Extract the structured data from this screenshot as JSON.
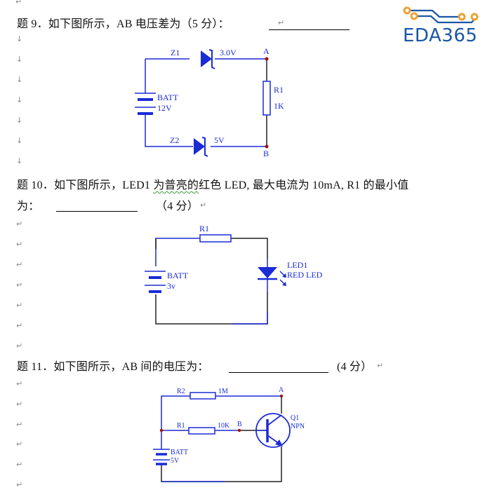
{
  "logo": {
    "text": "EDA365",
    "brand_color": "#1a56a6",
    "accent_color": "#f0a030"
  },
  "marks": {
    "arrow_down": "↓",
    "return": "↵"
  },
  "questions": [
    {
      "id": "q9",
      "parts": [
        "题 9．如下图所示，AB 电压差为（5 分）："
      ],
      "circuit": {
        "labels": {
          "z1": "Z1",
          "z1_value": "3.0V",
          "z2": "Z2",
          "z2_value": "5V",
          "batt": "BATT",
          "batt_value": "12V",
          "r1": "R1",
          "r1_value": "1K",
          "node_a": "A",
          "node_b": "B"
        }
      }
    },
    {
      "id": "q10",
      "line1_pre": "题 10．如下图所示，LED1 ",
      "line1_squiggle": "为普亮的",
      "line1_post": "红色 LED, 最大电流为 10mA, R1 的最小值",
      "line2_pre": "为：",
      "line2_post": "（4 分）",
      "circuit": {
        "labels": {
          "r1": "R1",
          "led": "LED1",
          "led_value": "RED LED",
          "batt": "BATT",
          "batt_value": "3v"
        }
      }
    },
    {
      "id": "q11",
      "pre": "题 11．如下图所示，AB 间的电压为：",
      "post": "(4 分）",
      "circuit": {
        "labels": {
          "r2": "R2",
          "r2_value": "1M",
          "r1": "R1",
          "r1_value": "10K",
          "node_a": "A",
          "node_b": "B",
          "q1": "Q1",
          "q1_type": "NPN",
          "batt": "BATT",
          "batt_value": "5V"
        }
      }
    }
  ]
}
